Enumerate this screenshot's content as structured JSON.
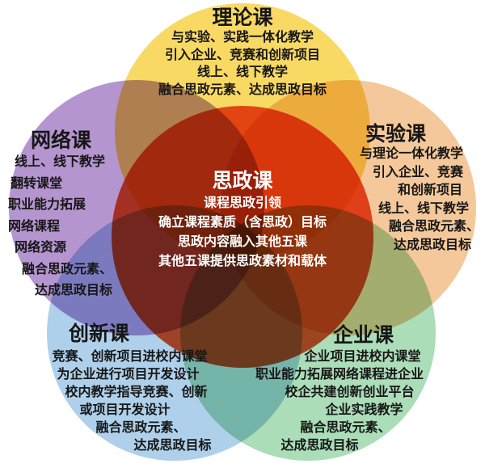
{
  "diagram": {
    "center": {
      "id": "ideology",
      "title": "思政课",
      "lines": [
        "课程思政引领",
        "确立课程素质（含思政）目标",
        "思政内容融入其他五课",
        "其他五课提供思政素材和载体"
      ],
      "color": "#E9512B",
      "text_color": "#FFFFFF"
    },
    "circles": [
      {
        "id": "theory",
        "title": "理论课",
        "color": "#F8D964",
        "lines": [
          "与实验、实践一体化教学",
          "引入企业、竞赛和创新项目",
          "线上、线下教学",
          "融合思政元素、达成思政目标"
        ]
      },
      {
        "id": "network",
        "title": "网络课",
        "color": "#B495CF",
        "lines": [
          "线上、线下教学",
          "翻转课堂",
          "职业能力拓展",
          "网络课程",
          "网络资源",
          "融合思政元素、",
          "达成思政目标"
        ]
      },
      {
        "id": "experiment",
        "title": "实验课",
        "color": "#F4C89A",
        "lines": [
          "与理论一体化教学",
          "引入企业、竞赛",
          "和创新项目",
          "线上、线下教学",
          "融合思政元素、",
          "达成思政目标"
        ]
      },
      {
        "id": "innovation",
        "title": "创新课",
        "color": "#AFD0EA",
        "lines": [
          "竞赛、创新项目进校内课堂",
          "为企业进行项目开发设计",
          "校内教学指导竞赛、创新",
          "或项目开发设计",
          "融合思政元素、",
          "达成思政目标"
        ]
      },
      {
        "id": "enterprise",
        "title": "企业课",
        "color": "#ABDDB8",
        "lines": [
          "企业项目进校内课堂",
          "职业能力拓展网络课程进企业",
          "校企共建创新创业平台",
          "企业实践教学",
          "融合思政元素、",
          "达成思政目标"
        ]
      }
    ]
  }
}
